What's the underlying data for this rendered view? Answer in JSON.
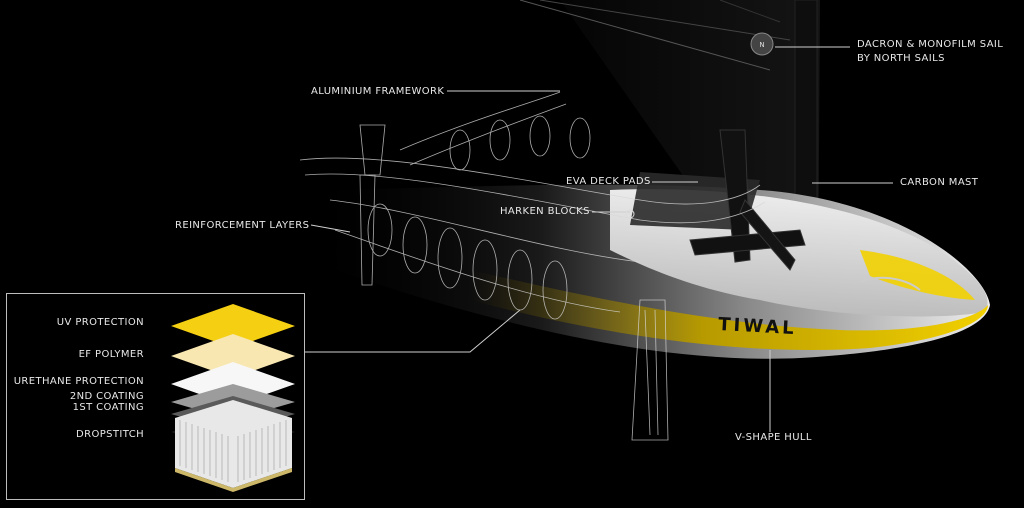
{
  "labels": {
    "sail_line1": "DACRON & MONOFILM SAIL",
    "sail_line2": "BY NORTH SAILS",
    "framework": "ALUMINIUM FRAMEWORK",
    "carbon_mast": "CARBON MAST",
    "deck_pads": "EVA DECK PADS",
    "harken": "HARKEN BLOCKS",
    "reinforcement": "REINFORCEMENT LAYERS",
    "hull": "V-SHAPE HULL"
  },
  "brand_text": "TIWAL",
  "layers": {
    "uv": "UV PROTECTION",
    "ef": "EF POLYMER",
    "urethane": "URETHANE PROTECTION",
    "coat2": "2ND COATING",
    "coat1": "1ST COATING",
    "dropstitch": "DROPSTITCH"
  },
  "colors": {
    "background": "#000000",
    "hull_white": "#e9e9e9",
    "hull_yellow": "#f2d000",
    "uv_layer": "#f5cf12",
    "ef_layer": "#f8e7b0"
  }
}
